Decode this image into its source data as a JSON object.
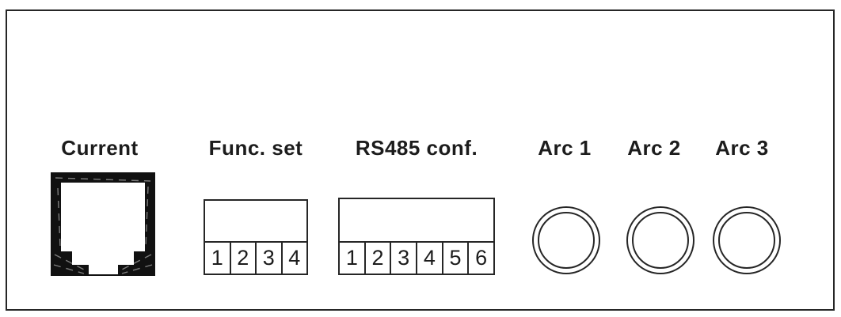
{
  "panel": {
    "title": "device-connection-panel",
    "colors": {
      "line": "#262626",
      "jack_fill": "#111111",
      "background": "#ffffff"
    },
    "connectors": [
      {
        "id": "current",
        "label": "Current",
        "type": "rj45-jack"
      },
      {
        "id": "func-set",
        "label": "Func. set",
        "type": "dip-switch",
        "positions": [
          "1",
          "2",
          "3",
          "4"
        ]
      },
      {
        "id": "rs485-conf",
        "label": "RS485 conf.",
        "type": "dip-switch",
        "positions": [
          "1",
          "2",
          "3",
          "4",
          "5",
          "6"
        ]
      },
      {
        "id": "arc-1",
        "label": "Arc 1",
        "type": "round-connector"
      },
      {
        "id": "arc-2",
        "label": "Arc 2",
        "type": "round-connector"
      },
      {
        "id": "arc-3",
        "label": "Arc 3",
        "type": "round-connector"
      }
    ]
  }
}
